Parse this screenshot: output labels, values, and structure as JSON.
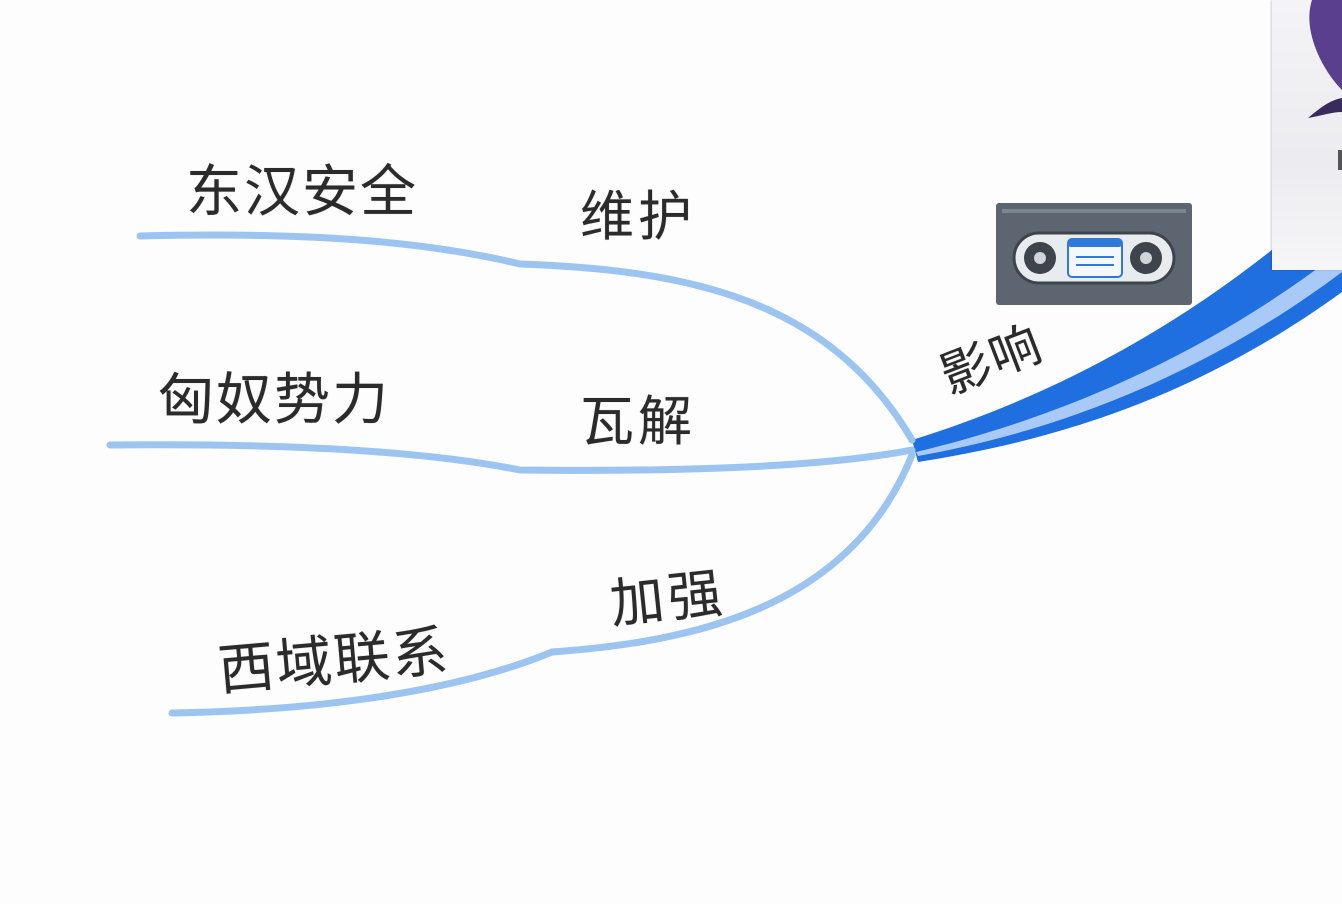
{
  "mindmap": {
    "main_branch": {
      "label": "影响",
      "color": "#1f6fe0",
      "highlight": "#a9c9f7",
      "icon": "videotape-icon"
    },
    "sub_branch_color": "#9cc4f1",
    "branches": [
      {
        "verb": "维护",
        "topic": "东汉安全"
      },
      {
        "verb": "瓦解",
        "topic": "匈奴势力"
      },
      {
        "verb": "加强",
        "topic": "西域联系"
      }
    ]
  }
}
